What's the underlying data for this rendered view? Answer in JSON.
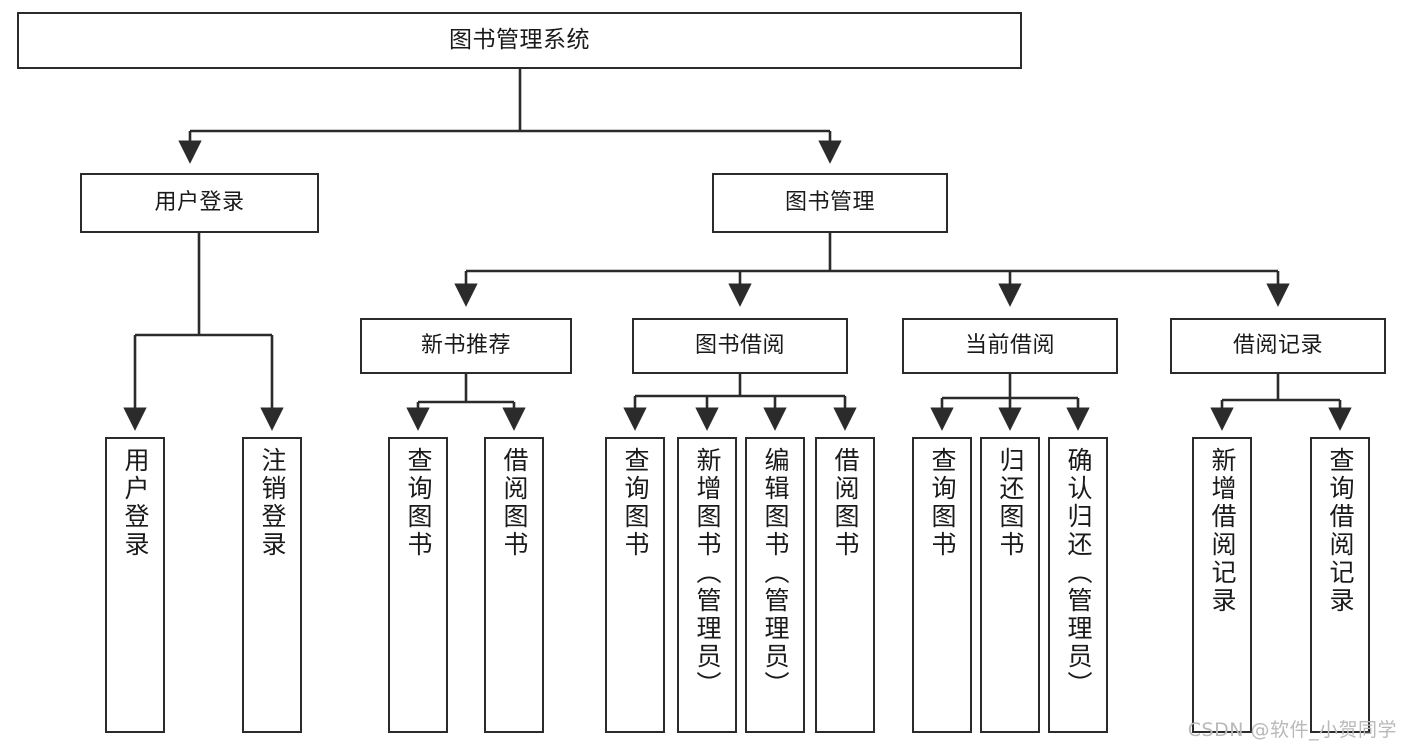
{
  "diagram": {
    "title": "图书管理系统",
    "type": "tree-hierarchy-chart",
    "style": {
      "box_border_color": "#2b2b2b",
      "box_fill_color": "#ffffff",
      "edge_color": "#2b2b2b",
      "text_color": "#1a1a1a",
      "background": "#ffffff"
    }
  },
  "nodes": {
    "root": {
      "label": "图书管理系统"
    },
    "level2": [
      {
        "id": "user-login",
        "label": "用户登录"
      },
      {
        "id": "book-manage",
        "label": "图书管理"
      }
    ],
    "level3": [
      {
        "id": "new-book-recommend",
        "label": "新书推荐"
      },
      {
        "id": "book-borrow",
        "label": "图书借阅"
      },
      {
        "id": "current-borrow",
        "label": "当前借阅"
      },
      {
        "id": "borrow-record",
        "label": "借阅记录"
      }
    ],
    "leaves": {
      "user_login": [
        {
          "id": "leaf-user-login",
          "label": "用户登录"
        },
        {
          "id": "leaf-logout-login",
          "label": "注销登录"
        }
      ],
      "new_book_recommend": [
        {
          "id": "leaf-query-book-1",
          "label": "查询图书"
        },
        {
          "id": "leaf-borrow-book-1",
          "label": "借阅图书"
        }
      ],
      "book_borrow": [
        {
          "id": "leaf-query-book-2",
          "label": "查询图书"
        },
        {
          "id": "leaf-add-book",
          "label": "新增图书（管理员）"
        },
        {
          "id": "leaf-edit-book",
          "label": "编辑图书（管理员）"
        },
        {
          "id": "leaf-borrow-book-2",
          "label": "借阅图书"
        }
      ],
      "current_borrow": [
        {
          "id": "leaf-query-book-3",
          "label": "查询图书"
        },
        {
          "id": "leaf-return-book",
          "label": "归还图书"
        },
        {
          "id": "leaf-confirm-return",
          "label": "确认归还（管理员）"
        }
      ],
      "borrow_record": [
        {
          "id": "leaf-add-borrow-record",
          "label": "新增借阅记录"
        },
        {
          "id": "leaf-query-borrow-record",
          "label": "查询借阅记录"
        }
      ]
    }
  },
  "watermark": {
    "text": "CSDN @软件_小贺同学"
  }
}
